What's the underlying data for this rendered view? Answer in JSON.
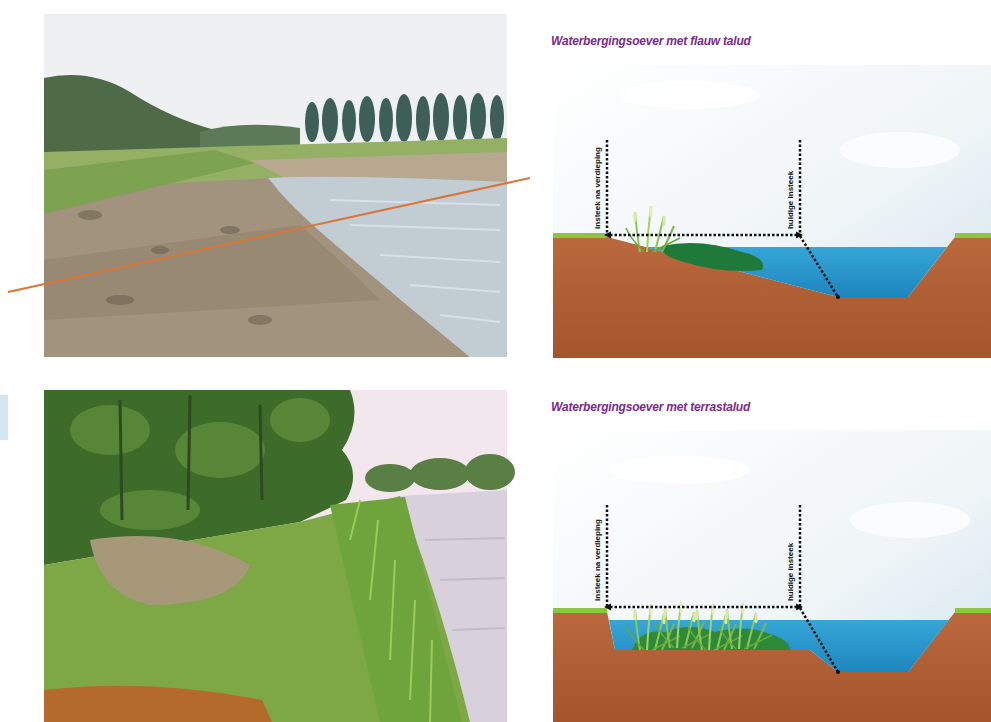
{
  "diagram": {
    "labels": [
      "Waterbergingsoever met flauw talud",
      "insteek na verdieping",
      "huidige insteek",
      "Waterbergingsoever met terrastalud",
      "insteek na verdieping",
      "huidige insteek"
    ]
  }
}
